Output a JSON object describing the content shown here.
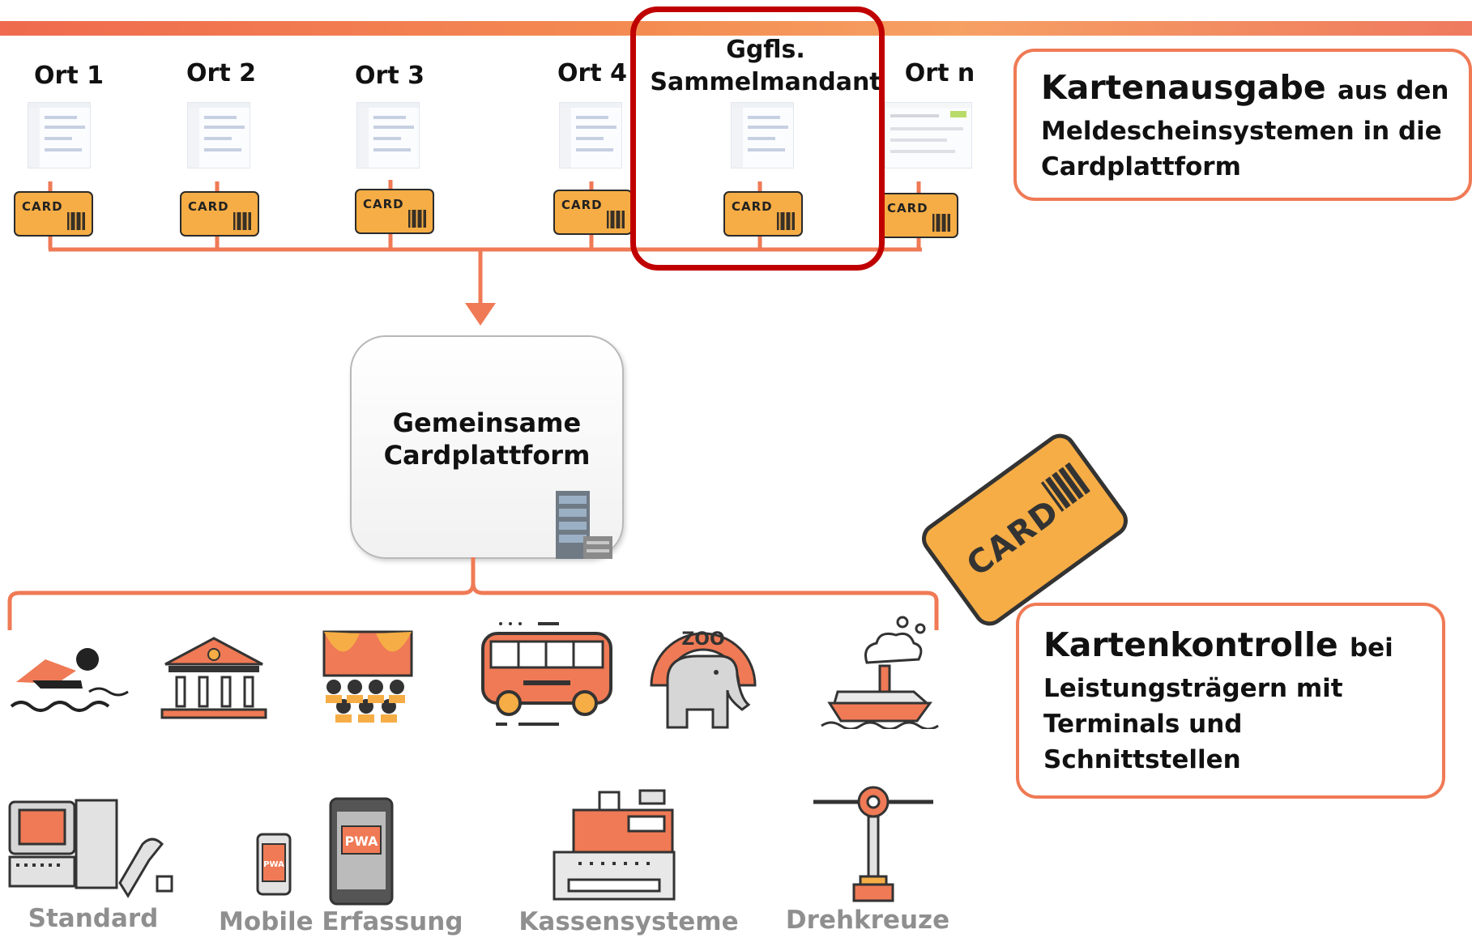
{
  "locations": [
    {
      "label": "Ort 1",
      "card": "CARD"
    },
    {
      "label": "Ort 2",
      "card": "CARD"
    },
    {
      "label": "Ort 3",
      "card": "CARD"
    },
    {
      "label": "Ort 4",
      "card": "CARD"
    },
    {
      "label": "Ggfls. Sammelmandant",
      "card": "CARD"
    },
    {
      "label": "Ort n",
      "card": "CARD"
    }
  ],
  "platform": {
    "title_line1": "Gemeinsame",
    "title_line2": "Cardplattform"
  },
  "box_top": {
    "bold": "Kartenausgabe",
    "rest": "aus den",
    "line2": "Meldescheinsystemen in die",
    "line3": "Cardplattform"
  },
  "box_bottom": {
    "bold": "Kartenkontrolle",
    "rest": "bei",
    "line2": "Leistungsträgern mit",
    "line3": "Terminals und",
    "line4": "Schnittstellen"
  },
  "big_card": {
    "label": "CARD"
  },
  "service_icons": [
    "swimmer-icon",
    "museum-icon",
    "theater-icon",
    "bus-icon",
    "zoo-elephant-icon",
    "ship-icon"
  ],
  "terminals": [
    {
      "label": "Standard",
      "icon": "computer-scanner-icon"
    },
    {
      "label": "Mobile Erfassung",
      "icon": "mobile-pwa-icon",
      "badge": "PWA"
    },
    {
      "label": "Kassensysteme",
      "icon": "cash-register-icon"
    },
    {
      "label": "Drehkreuze",
      "icon": "turnstile-icon"
    }
  ],
  "colors": {
    "accent": "#ef7a55",
    "card": "#f6ad45",
    "highlight": "#c00000",
    "dark": "#333333"
  }
}
